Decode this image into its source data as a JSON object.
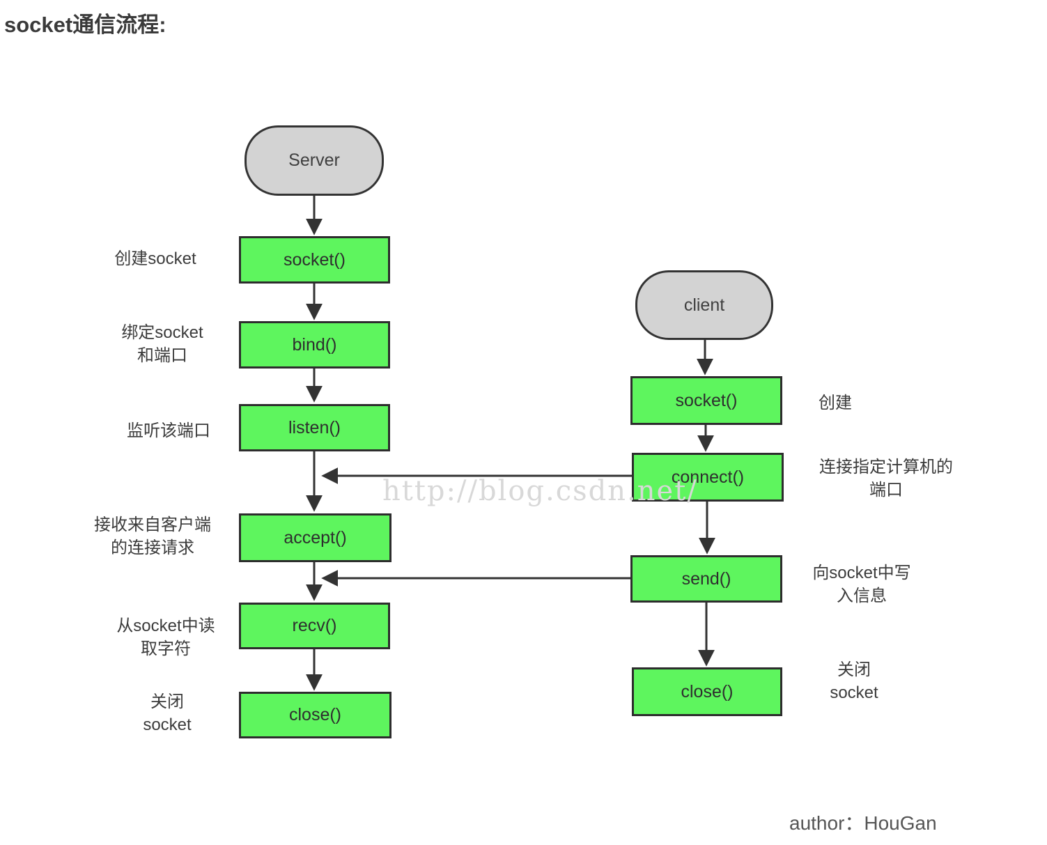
{
  "title": "socket通信流程:",
  "watermark": "http://blog.csdn.net/",
  "author": "author：HouGan",
  "colors": {
    "node_green": "#5ef55e",
    "terminal_gray": "#d3d3d3",
    "line_color": "#333333",
    "watermark_gray": "#d8d8d8"
  },
  "server": {
    "terminal_label": "Server",
    "nodes": [
      {
        "label": "socket()",
        "note": "创建socket"
      },
      {
        "label": "bind()",
        "note": "绑定socket\n和端口"
      },
      {
        "label": "listen()",
        "note": "监听该端口"
      },
      {
        "label": "accept()",
        "note": "接收来自客户端\n的连接请求"
      },
      {
        "label": "recv()",
        "note": "从socket中读\n取字符"
      },
      {
        "label": "close()",
        "note": "关闭\nsocket"
      }
    ]
  },
  "client": {
    "terminal_label": "client",
    "nodes": [
      {
        "label": "socket()",
        "note": "创建"
      },
      {
        "label": "connect()",
        "note": "连接指定计算机的\n端口"
      },
      {
        "label": "send()",
        "note": "向socket中写\n入信息"
      },
      {
        "label": "close()",
        "note": "关闭\nsocket"
      }
    ]
  }
}
